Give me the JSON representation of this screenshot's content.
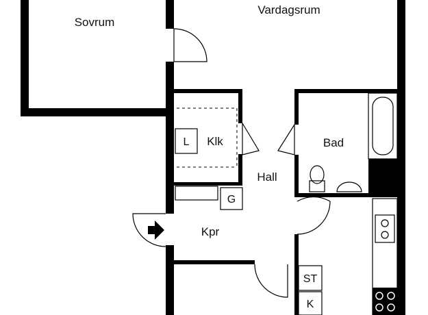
{
  "rooms": {
    "sovrum": "Sovrum",
    "vardagsrum": "Vardagsrum",
    "klk": "Klk",
    "bad": "Bad",
    "hall": "Hall",
    "kpr": "Kpr"
  },
  "fixtures": {
    "l": "L",
    "g": "G",
    "st": "ST",
    "k": "K"
  },
  "icons": {
    "entrance": "entrance-arrow-icon"
  }
}
